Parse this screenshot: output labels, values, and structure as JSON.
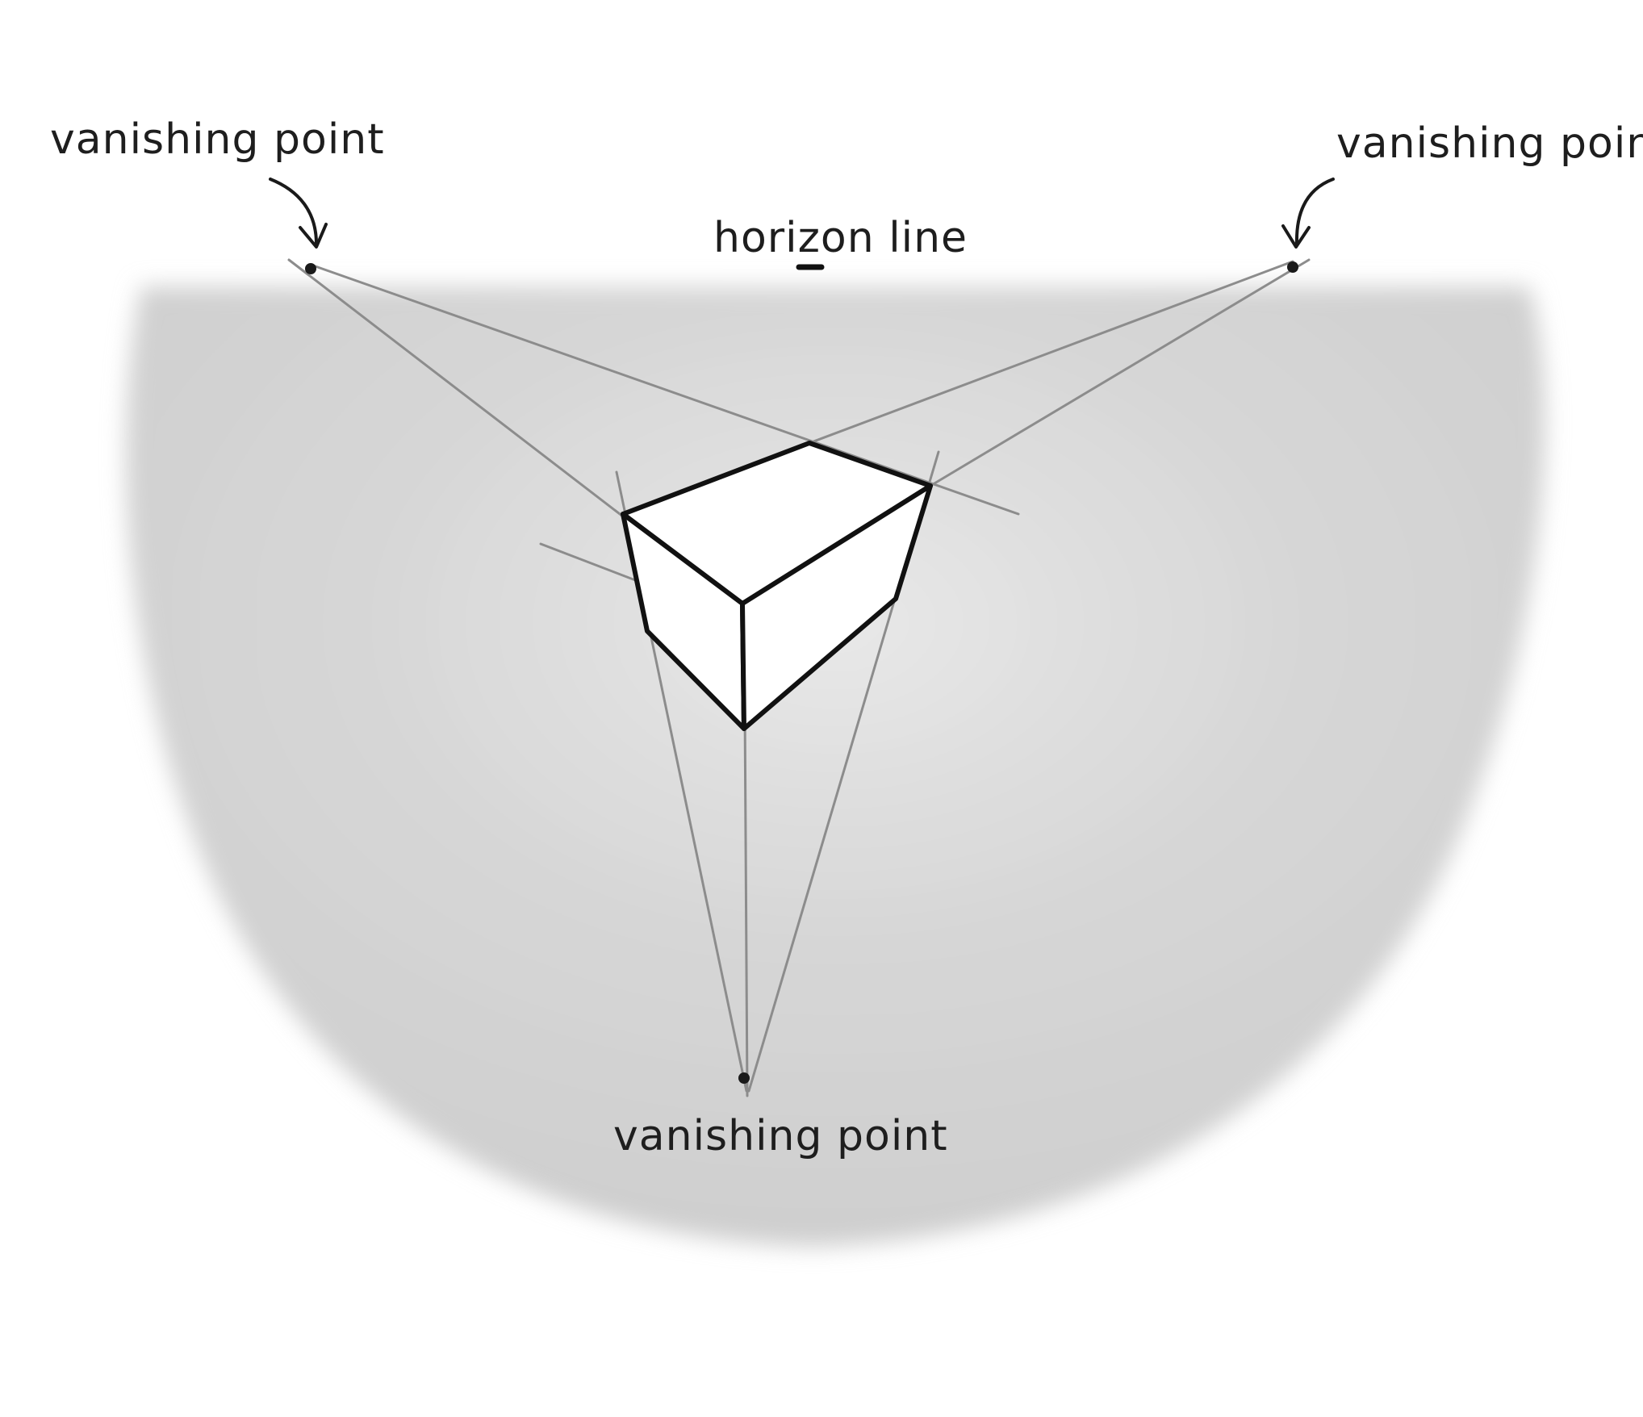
{
  "diagram": {
    "labels": {
      "vanishing_point_left": "vanishing point",
      "vanishing_point_right": "vanishing point",
      "vanishing_point_bottom": "vanishing point",
      "horizon_line": "horizon line"
    },
    "colors": {
      "background": "#ffffff",
      "shadow": "#c8c8c8",
      "ink": "#111111",
      "construction_lines": "#8c8c8c",
      "box_fill": "#ffffff"
    }
  }
}
